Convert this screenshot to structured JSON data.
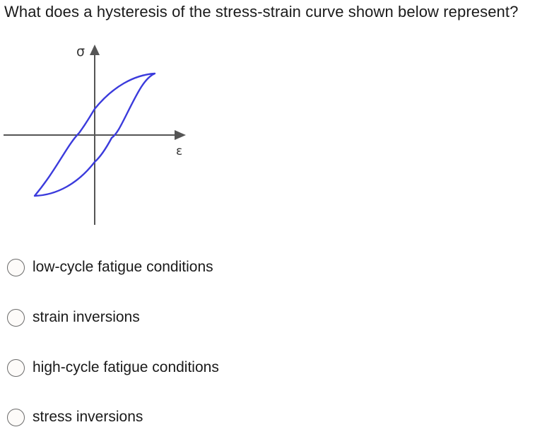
{
  "question": {
    "text": "What does a hysteresis of the stress-strain curve shown below represent?"
  },
  "figure": {
    "y_axis_label": "σ",
    "x_axis_label": "ε",
    "axis_color": "#555555",
    "curve_color": "#3b3bdc",
    "description": "Hysteresis loop of stress (σ) vs strain (ε)"
  },
  "options": [
    {
      "label": "low-cycle fatigue conditions",
      "selected": false
    },
    {
      "label": "strain inversions",
      "selected": false
    },
    {
      "label": "high-cycle fatigue conditions",
      "selected": false
    },
    {
      "label": "stress inversions",
      "selected": false
    }
  ]
}
